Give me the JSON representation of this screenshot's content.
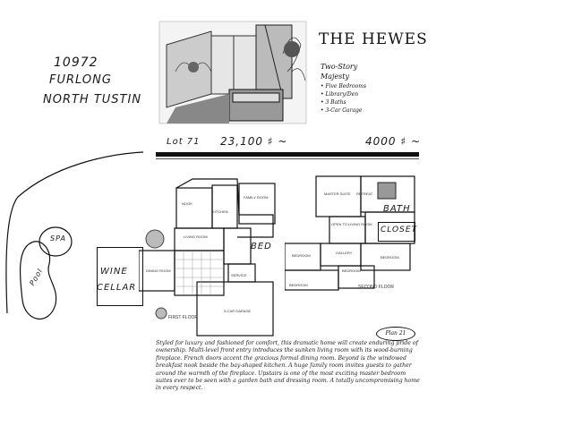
{
  "handwritten": {
    "address_line1": "10972",
    "address_line2": "FURLONG",
    "address_line3": "NORTH TUSTIN",
    "lot": "Lot 71",
    "lot_size": "23,100 ♯ ~",
    "house_size": "4000 ♯ ~",
    "bath": "BATH",
    "closet": "CLOSET",
    "bed": "BED",
    "wine_cellar_1": "WINE",
    "wine_cellar_2": "CELLAR",
    "spa": "SPA",
    "pool": "Pool"
  },
  "brochure": {
    "title": "THE HEWES",
    "subtitle1": "Two-Story",
    "subtitle2": "Majesty",
    "features": [
      "Five Bedrooms",
      "Library/Den",
      "3 Baths",
      "3-Car Garage"
    ],
    "plan_label": "Plan 21",
    "first_floor": "FIRST FLOOR",
    "second_floor": "SECOND FLOOR",
    "description": "Styled for luxury and fashioned for comfort, this dramatic home will create enduring pride of ownership. Multi-level front entry introduces the sunken living room with its wood-burning fireplace. French doors accent the gracious formal dining room. Beyond is the windowed breakfast nook beside the bay-shaped kitchen. A huge family room invites guests to gather around the warmth of the fireplace. Upstairs is one of the most exciting master bedroom suites ever to be seen with a garden bath and dressing room. A totally uncompromising home in every respect."
  },
  "rooms": {
    "nook": "NOOK",
    "kitchen": "KITCHEN",
    "family": "FAMILY ROOM",
    "dining": "DINING ROOM",
    "living": "LIVING ROOM",
    "service": "SERVICE",
    "garage": "3-CAR GARAGE",
    "master": "MASTER SUITE",
    "retreat": "RETREAT",
    "open_living": "OPEN TO LIVING ROOM",
    "gallery": "GALLERY",
    "bedroom_a": "BEDROOM",
    "bedroom_b": "BEDROOM",
    "bedroom_c": "BEDROOM",
    "bedroom_d": "BEDROOM"
  }
}
